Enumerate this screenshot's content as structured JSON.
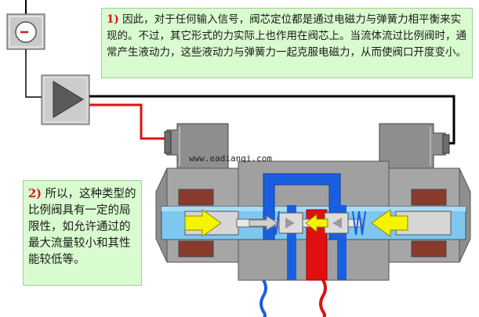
{
  "notes": {
    "note1": {
      "number": "1)",
      "text": "因此，对于任何输入信号，阀芯定位都是通过电磁力与弹簧力相平衡来实现的。不过，其它形式的力实际上也作用在阀芯上。当流体流过比例阀时，通常产生液动力，这些液动力与弹簧力一起克服电磁力，从而使阀口开度变小。"
    },
    "note2": {
      "number": "2)",
      "text": "所以，这种类型的比例阀具有一定的局限性，如允许通过的最大流量较小和其性能较低等。"
    }
  },
  "watermark": "www.eadianqi.com",
  "colors": {
    "note_bg": "#d9fbd0",
    "wire_red": "#e01010",
    "wire_black": "#000000",
    "flow_blue": "#1a5fe0",
    "flow_red": "#e01010",
    "force_arrow": "#f4f400",
    "valve_body": "#a6a6a6",
    "coil": "#8a3a2a"
  },
  "icons": {
    "signal_source": "potentiometer-dial-icon",
    "amplifier": "triangle-amplifier-icon",
    "force_arrows": "yellow-arrow-icon"
  }
}
